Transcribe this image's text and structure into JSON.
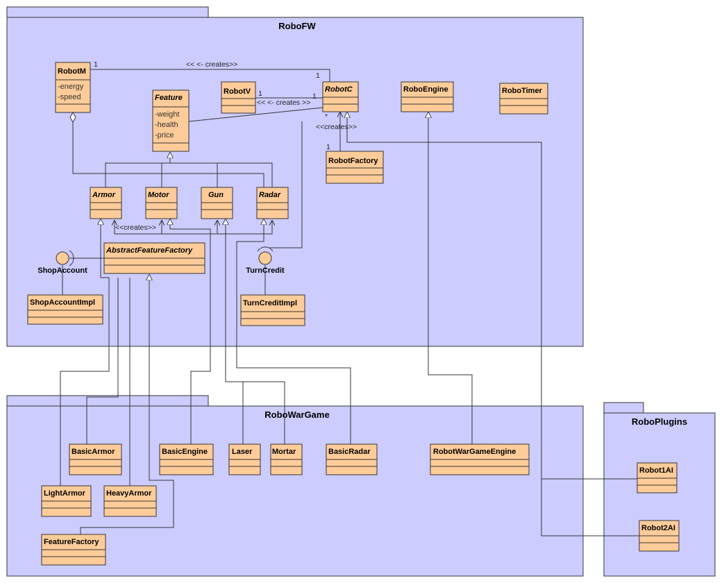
{
  "packages": {
    "robofw": "RoboFW",
    "robowargame": "RoboWarGame",
    "roboplugins": "RoboPlugins"
  },
  "classes": {
    "robotm": "RobotM",
    "robotv": "RobotV",
    "robotc": "RobotC",
    "roboengine": "RoboEngine",
    "robotimer": "RoboTimer",
    "feature": "Feature",
    "robotfactory": "RobotFactory",
    "armor": "Armor",
    "motor": "Motor",
    "gun": "Gun",
    "radar": "Radar",
    "abstractfeaturefactory": "AbstractFeatureFactory",
    "shopaccountimpl": "ShopAccountImpl",
    "turncreditimpl": "TurnCreditImpl",
    "basicarmor": "BasicArmor",
    "basicengine": "BasicEngine",
    "laser": "Laser",
    "mortar": "Mortar",
    "basicradar": "BasicRadar",
    "robotwargameengine": "RobotWarGameEngine",
    "lightarmor": "LightArmor",
    "heavyarmor": "HeavyArmor",
    "featurefactory": "FeatureFactory",
    "robot1ai": "Robot1AI",
    "robot2ai": "Robot2AI"
  },
  "attributes": {
    "robotm": [
      "-energy",
      "-speed"
    ],
    "feature": [
      "-weight",
      "-health",
      "-price"
    ]
  },
  "interfaces": {
    "shopaccount": "ShopAccount",
    "turncredit": "TurnCredit"
  },
  "labels": {
    "creates_rm": "<< <- creates>>",
    "creates_rv": "<< <- creates >>",
    "creates_rf": "<<creates>>",
    "creates_af": "<<creates>>",
    "mult_rm_1": "1",
    "mult_rc_1a": "1",
    "mult_rv_1": "1",
    "mult_rc_1b": "1",
    "mult_rc_star": "*",
    "mult_rf_1": "1"
  }
}
